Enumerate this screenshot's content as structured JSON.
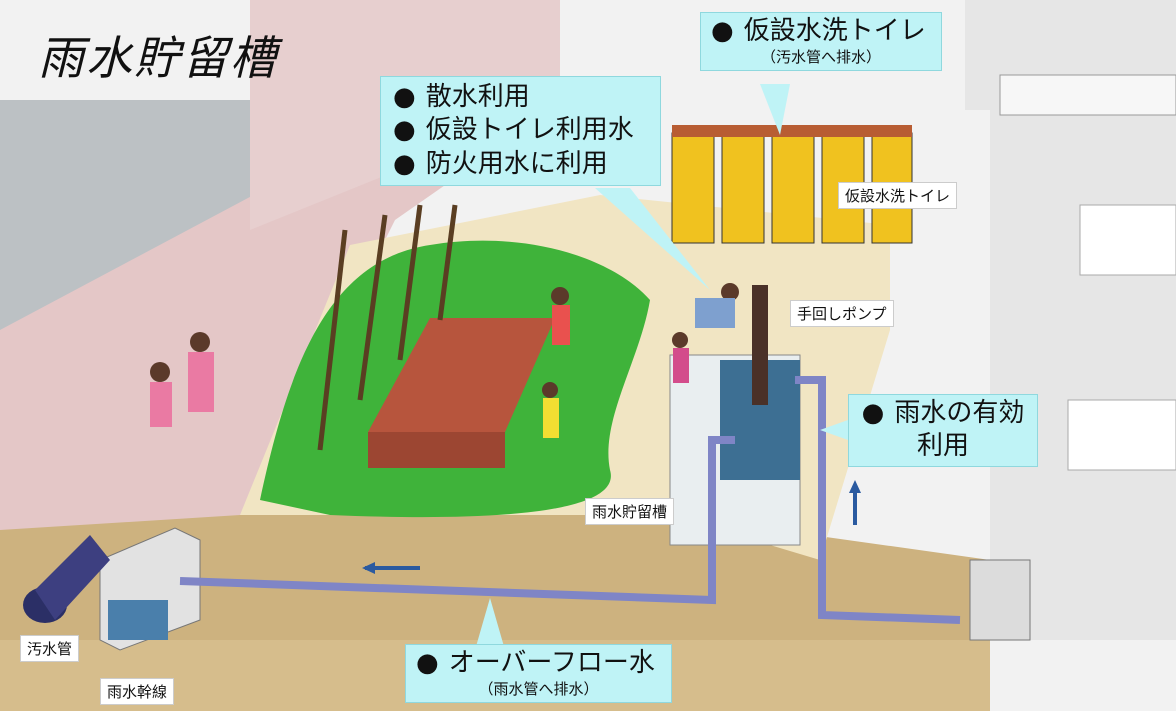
{
  "title": "雨水貯留槽",
  "callouts": {
    "toilet": {
      "line1": "仮設水洗トイレ",
      "sub": "（汚水管へ排水）"
    },
    "uses": {
      "items": [
        "散水利用",
        "仮設トイレ利用水",
        "防火用水に利用"
      ]
    },
    "effective": {
      "line1": "雨水の有効",
      "line2": "利用"
    },
    "overflow": {
      "line1": "オーバーフロー水",
      "sub": "（雨水管へ排水）"
    }
  },
  "labels": {
    "toilet_box": "仮設水洗トイレ",
    "hand_pump": "手回しポンプ",
    "storage_tank": "雨水貯留槽",
    "sewage_pipe": "汚水管",
    "storm_trunk": "雨水幹線"
  },
  "colors": {
    "callout_bg": "#bff3f6",
    "grass": "#3fb33a",
    "soil": "#cdb27f",
    "pipe": "#7f85c6",
    "toilet": "#f0c21f",
    "water": "#3d6f93"
  }
}
